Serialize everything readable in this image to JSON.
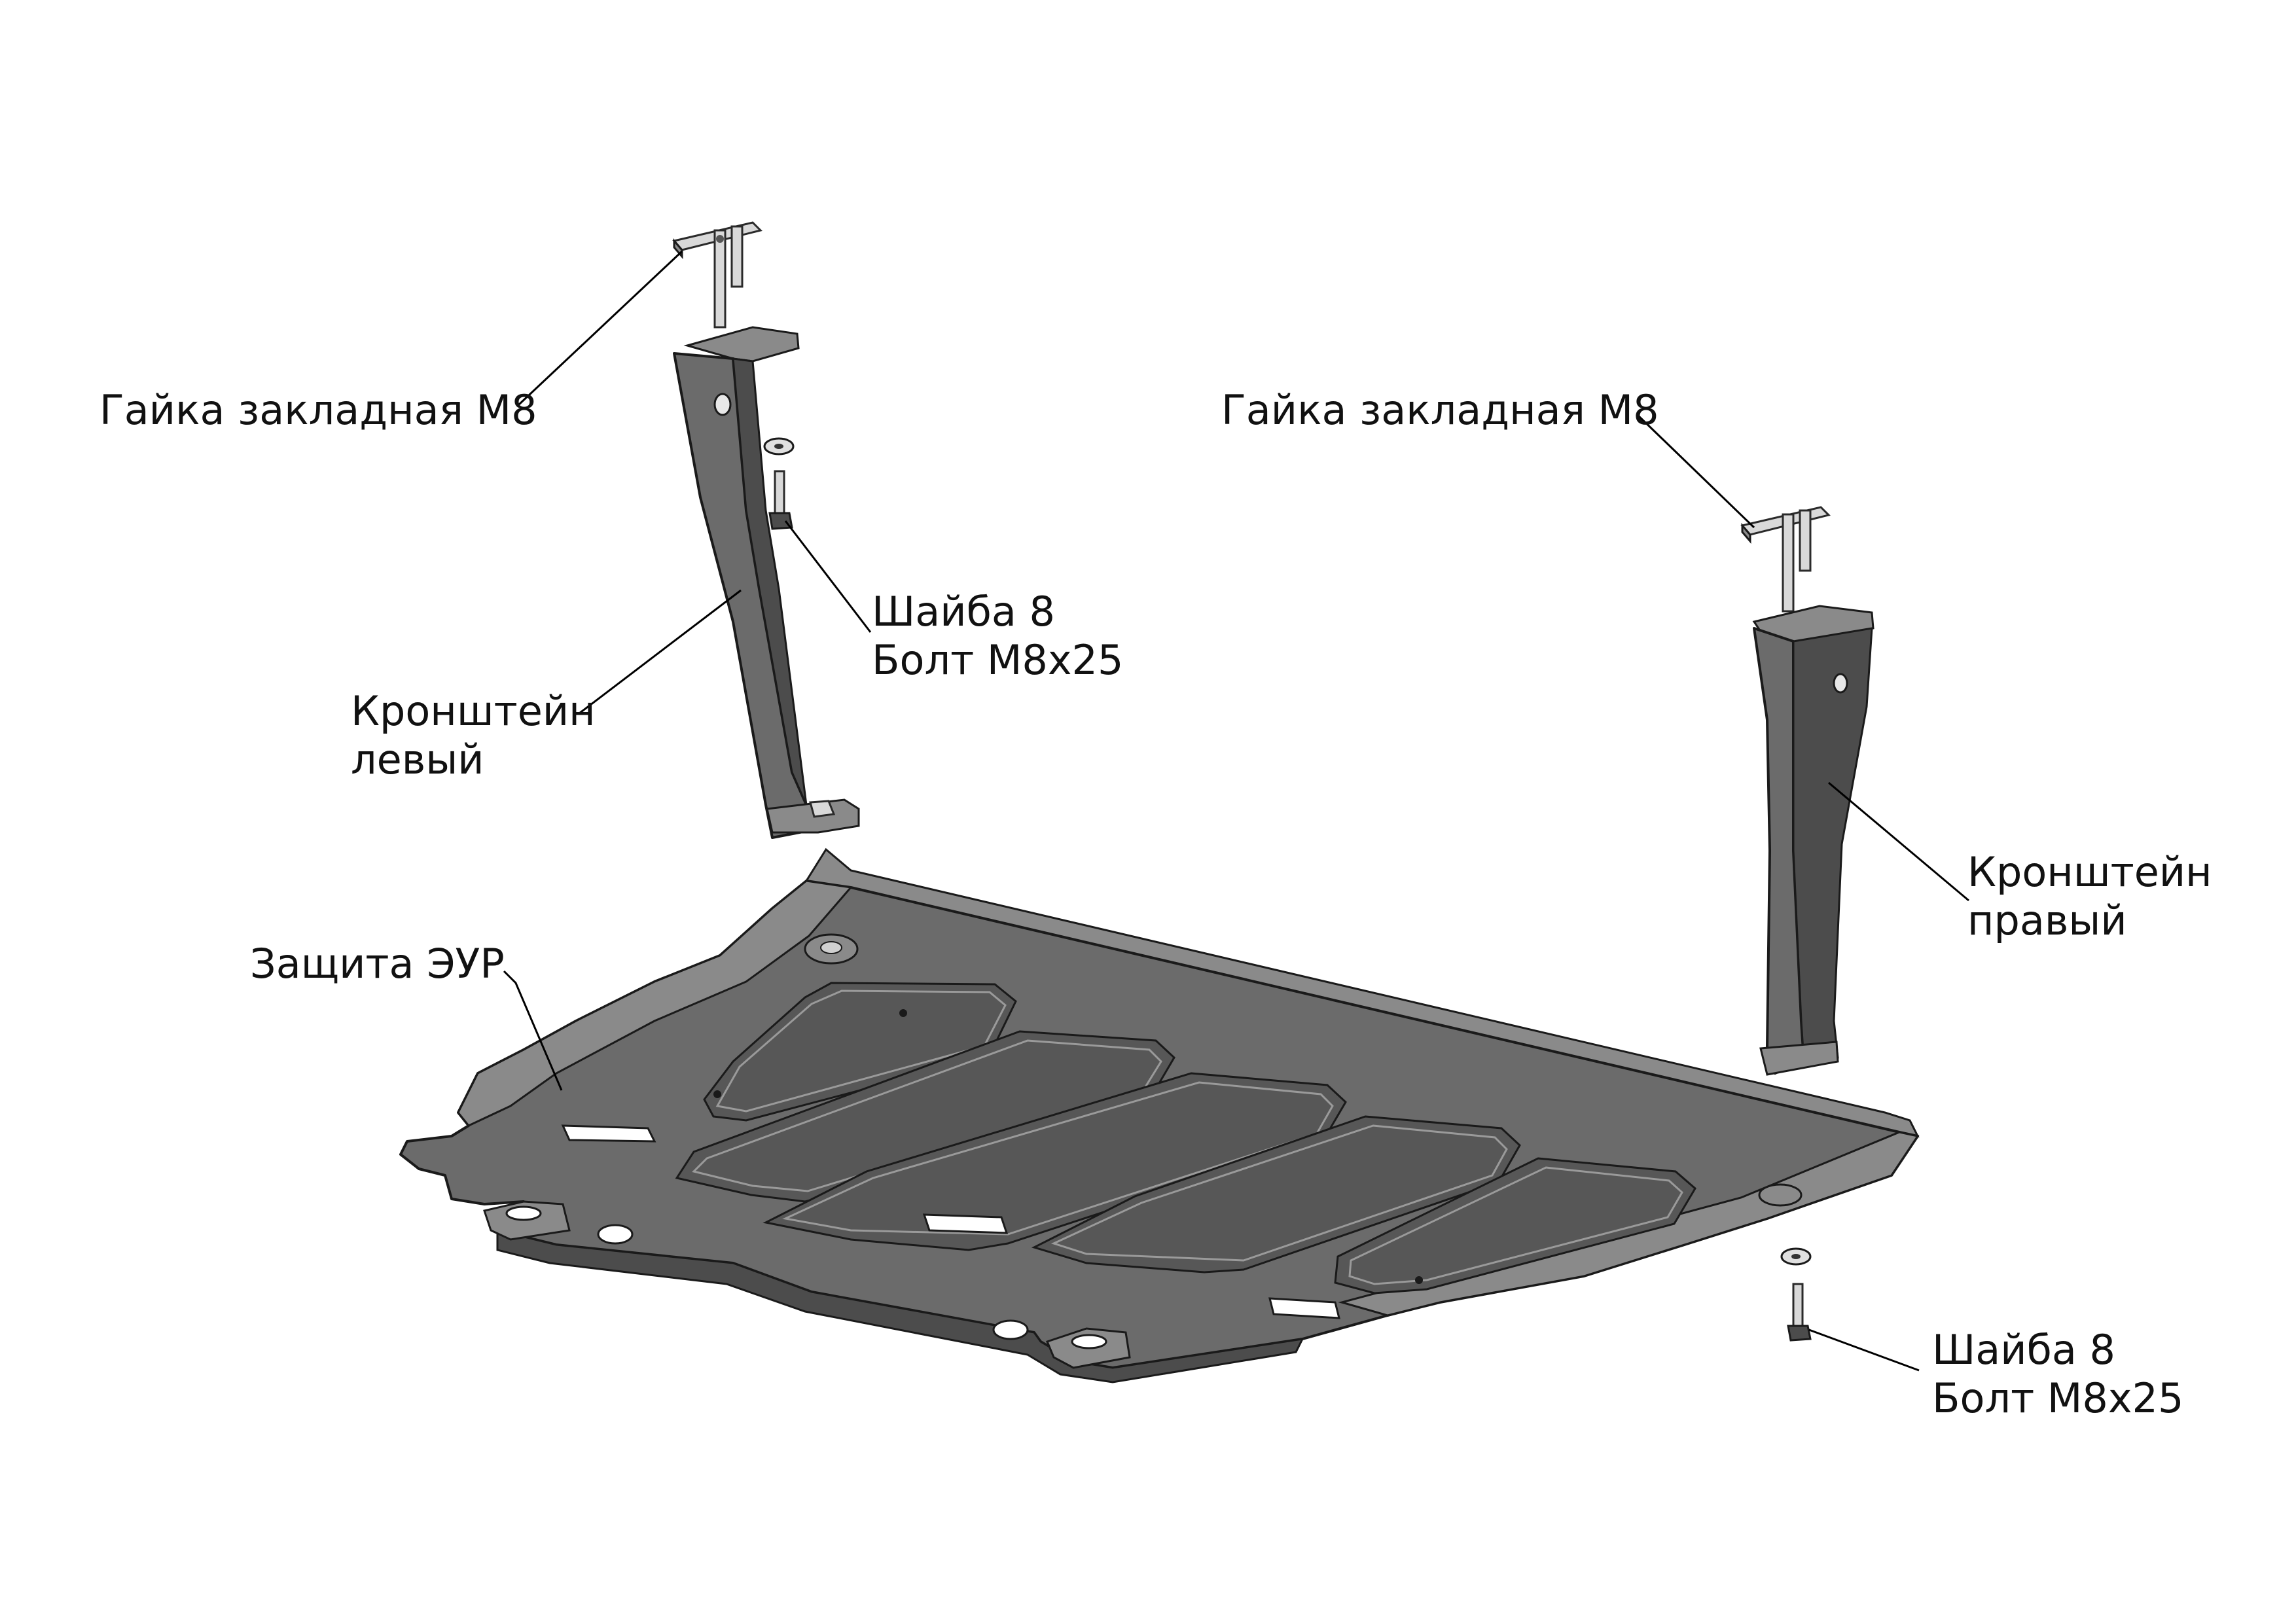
{
  "labels": {
    "nut_left": "Гайка закладная М8",
    "nut_right": "Гайка закладная М8",
    "washer_bolt_top": {
      "line1": "Шайба 8",
      "line2": "Болт М8х25"
    },
    "bracket_left": {
      "line1": "Кронштейн",
      "line2": "левый"
    },
    "bracket_right": {
      "line1": "Кронштейн",
      "line2": "правый"
    },
    "guard": "Защита ЭУР",
    "washer_bolt_bottom": {
      "line1": "Шайба 8",
      "line2": "Болт М8х25"
    }
  },
  "colors": {
    "background": "#ffffff",
    "plate_fill": "#6b6b6b",
    "outline": "#1a1a1a",
    "text": "#111111"
  }
}
